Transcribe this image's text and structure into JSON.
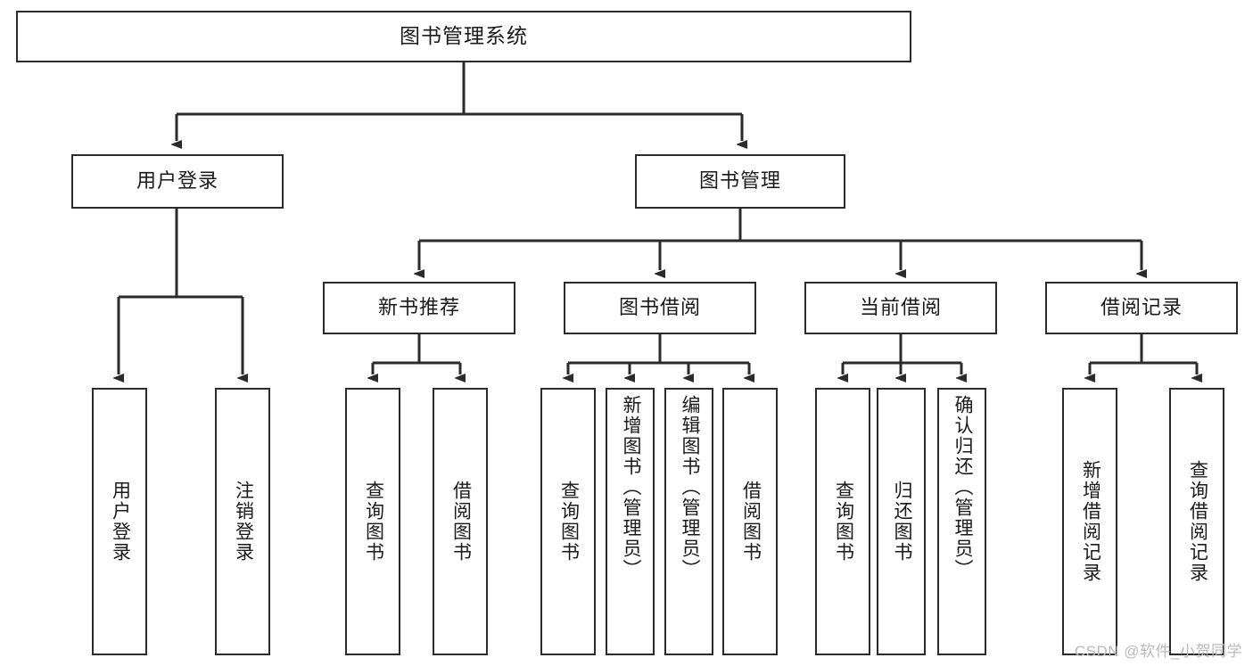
{
  "diagram": {
    "type": "tree-hierarchy",
    "title": "图书管理系统",
    "watermark": "CSDN @软件_小贺同学",
    "colors": {
      "box_border": "#2b2b2b",
      "box_fill": "#ffffff",
      "edge": "#2b2b2b",
      "text": "#1a1a1a",
      "watermark": "#b9b9b9",
      "background": "#ffffff"
    },
    "nodes": {
      "root": {
        "label": "图书管理系统",
        "level": 1
      },
      "user_login": {
        "label": "用户登录",
        "level": 2
      },
      "book_manage": {
        "label": "图书管理",
        "level": 2
      },
      "new_book_rec": {
        "label": "新书推荐",
        "level": 3
      },
      "book_borrow": {
        "label": "图书借阅",
        "level": 3
      },
      "current_borrow": {
        "label": "当前借阅",
        "level": 3
      },
      "borrow_record": {
        "label": "借阅记录",
        "level": 3
      }
    },
    "leaves": {
      "user_login": [
        {
          "label": "用户登录"
        },
        {
          "label": "注销登录"
        }
      ],
      "new_book_rec": [
        {
          "label": "查询图书"
        },
        {
          "label": "借阅图书"
        }
      ],
      "book_borrow": [
        {
          "label": "查询图书"
        },
        {
          "label": "新增图书（管理员）"
        },
        {
          "label": "编辑图书（管理员）"
        },
        {
          "label": "借阅图书"
        }
      ],
      "current_borrow": [
        {
          "label": "查询图书"
        },
        {
          "label": "归还图书"
        },
        {
          "label": "确认归还（管理员）"
        }
      ],
      "borrow_record": [
        {
          "label": "新增借阅记录"
        },
        {
          "label": "查询借阅记录"
        }
      ]
    }
  }
}
